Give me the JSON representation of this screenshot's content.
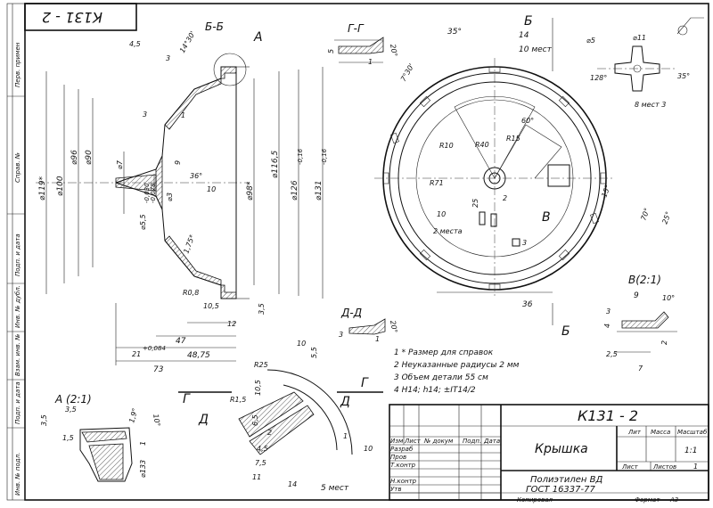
{
  "stamp_top": "К131 - 2",
  "views": {
    "section_bb": "Б-Б",
    "section_gg": "Г-Г",
    "section_dd": "Д-Д",
    "detail_a": "А",
    "detail_a_scale": "А (2:1)",
    "detail_v_scale": "В(2:1)",
    "marker_b": "Б",
    "marker_v": "В",
    "marker_g": "Г",
    "marker_d": "Д"
  },
  "dimensions": {
    "d119": "⌀119*",
    "d100": "⌀100",
    "d96": "⌀96",
    "d90": "⌀90",
    "d7": "⌀7",
    "d55": "⌀5,5",
    "d55_tol_up": "-0,030",
    "d55_tol_dn": "-0,078",
    "d3": "⌀3",
    "d98": "⌀98*",
    "d1165": "⌀116,5",
    "d126": "⌀126",
    "d126_tol": "-0,16",
    "d131": "⌀131",
    "d131_tol": "-0,16",
    "d133": "⌀133",
    "d5": "⌀5",
    "d11": "⌀11",
    "l45": "4,5",
    "l3": "3",
    "a14_30": "14°30'",
    "l1": "1",
    "l10": "10",
    "a36": "36°",
    "l9": "9",
    "l175": "1,75*",
    "r08": "R0,8",
    "l105": "10,5",
    "l35": "3,5",
    "l12": "12",
    "l21": "21",
    "l21_tol": "+0,084",
    "l47": "47",
    "l4875": "48,75",
    "l73": "73",
    "a35": "35°",
    "l14": "14",
    "places10": "10 мест",
    "a7_30": "7°30'",
    "a60": "60°",
    "r10": "R10",
    "r40": "R40",
    "r15": "R15",
    "r71": "R71",
    "l25": "25",
    "l2": "2",
    "places2": "2 места",
    "sq3": "3",
    "l36": "36",
    "a15": "15°",
    "a70": "70°",
    "a25": "25°",
    "a128": "128°",
    "places8": "8 мест 3",
    "a20": "20°",
    "a10": "10°",
    "l5": "5",
    "l7": "7",
    "l25b": "2,5",
    "l4": "4",
    "r25": "R25",
    "r15b": "R1,5",
    "l65": "6,5",
    "l55": "5,5",
    "l75": "7,5",
    "l11": "11",
    "places5": "5 мест",
    "l15": "1,5",
    "a19": "1,9°"
  },
  "notes": [
    "1  * Размер для справок",
    "2  Неуказанные радиусы 2 мм",
    "3  Объем детали  55 см",
    "4  H14; h14; ±IT14/2"
  ],
  "title_block": {
    "doc_code": "К131 - 2",
    "part_name": "Крышка",
    "material_line1": "Полиэтилен ВД",
    "material_line2": "ГОСТ 16337-77",
    "col_izm": "Изм",
    "col_list": "Лист",
    "col_doc": "№ докум",
    "col_sign": "Подп.",
    "col_date": "Дата",
    "row_razrab": "Разраб",
    "row_prov": "Пров",
    "row_tkontr": "Т.контр",
    "row_nkontr": "Н.контр",
    "row_utv": "Утв",
    "lit_label": "Лит",
    "mass_label": "Масса",
    "scale_label": "Масштаб",
    "scale_value": "1:1",
    "sheet_label": "Лист",
    "sheets_label": "Листов",
    "sheets_value": "1",
    "copied": "Копировал",
    "format_label": "Формат",
    "format_value": "А3"
  },
  "side_strip": [
    "Перв. примен",
    "Справ. №",
    "Подп. и дата",
    "Инв. № дубл.",
    "Взам. инв. №",
    "Подп. и дата",
    "Инв. № подл."
  ]
}
